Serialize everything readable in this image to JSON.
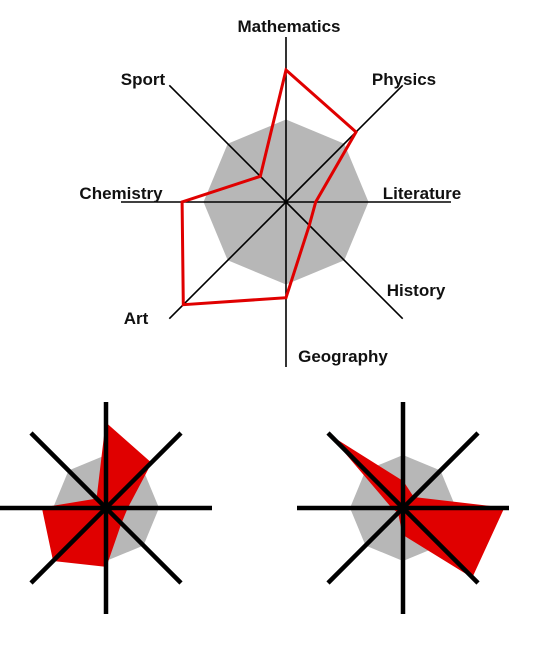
{
  "colors": {
    "background": "#ffffff",
    "axis": "#000000",
    "reference": "#b7b7b7",
    "series": "#e00000"
  },
  "chart_data": [
    {
      "type": "radar",
      "title": "",
      "axes": [
        "Mathematics",
        "Physics",
        "Literature",
        "History",
        "Geography",
        "Art",
        "Chemistry",
        "Sport"
      ],
      "rlim": [
        0,
        1
      ],
      "grid": false,
      "reference": {
        "values": [
          0.5,
          0.5,
          0.5,
          0.5,
          0.5,
          0.5,
          0.5,
          0.5
        ]
      },
      "series": [
        {
          "values": [
            0.8,
            0.6,
            0.18,
            0.2,
            0.58,
            0.88,
            0.63,
            0.22
          ],
          "style": "outline"
        }
      ]
    },
    {
      "type": "radar",
      "title": "",
      "axes": [
        "",
        "",
        "",
        "",
        "",
        "",
        "",
        ""
      ],
      "rlim": [
        0,
        1
      ],
      "grid": false,
      "reference": {
        "values": [
          0.5,
          0.5,
          0.5,
          0.5,
          0.5,
          0.5,
          0.5,
          0.5
        ]
      },
      "series": [
        {
          "values": [
            0.8,
            0.6,
            0.2,
            0.2,
            0.55,
            0.7,
            0.6,
            0.12
          ],
          "style": "filled"
        }
      ]
    },
    {
      "type": "radar",
      "title": "",
      "axes": [
        "",
        "",
        "",
        "",
        "",
        "",
        "",
        ""
      ],
      "rlim": [
        0,
        1
      ],
      "grid": false,
      "reference": {
        "values": [
          0.5,
          0.5,
          0.5,
          0.5,
          0.5,
          0.5,
          0.5,
          0.5
        ]
      },
      "series": [
        {
          "values": [
            0.25,
            0.14,
            0.95,
            0.92,
            0.25,
            0.06,
            0.1,
            0.95
          ],
          "style": "filled"
        }
      ]
    }
  ]
}
